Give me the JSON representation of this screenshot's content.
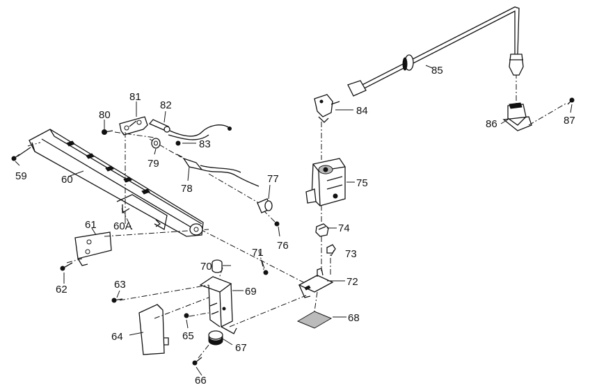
{
  "labels": {
    "p59": "59",
    "p60": "60",
    "p60a": "60A",
    "p61": "61",
    "p62": "62",
    "p63": "63",
    "p64": "64",
    "p65": "65",
    "p66": "66",
    "p67": "67",
    "p68": "68",
    "p69": "69",
    "p70": "70",
    "p71": "71",
    "p72": "72",
    "p73": "73",
    "p74": "74",
    "p75": "75",
    "p76": "76",
    "p77": "77",
    "p78": "78",
    "p79": "79",
    "p80": "80",
    "p81": "81",
    "p82": "82",
    "p83": "83",
    "p84": "84",
    "p85": "85",
    "p86": "86",
    "p87": "87"
  }
}
